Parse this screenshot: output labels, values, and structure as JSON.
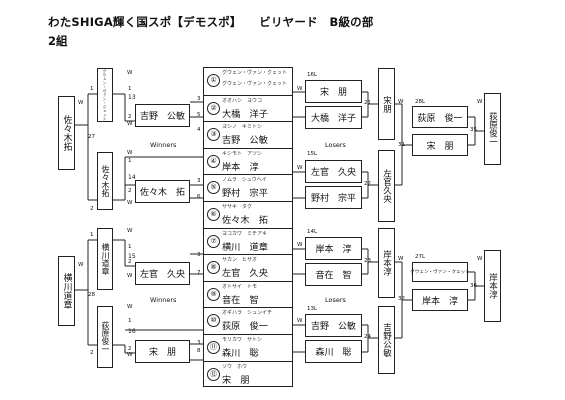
{
  "header": {
    "title": "わたSHIGA輝く国スポ【デモスポ】　　ビリヤード　B級の部",
    "group": "2組"
  },
  "players": [
    {
      "no": "①",
      "kana": "グウェン・ヴァン・クェット",
      "name": "グウェン・ヴァン・クェット"
    },
    {
      "no": "②",
      "kana": "オオハシ　ヨウコ",
      "name": "大橋　洋子"
    },
    {
      "no": "③",
      "kana": "ヨシノ　キミトシ",
      "name": "吉野　公敏"
    },
    {
      "no": "④",
      "kana": "キシモト　アツシ",
      "name": "岸本　淳"
    },
    {
      "no": "⑤",
      "kana": "ノムラ　シュウヘイ",
      "name": "野村　宗平"
    },
    {
      "no": "⑥",
      "kana": "ササキ　タク",
      "name": "佐々木　拓"
    },
    {
      "no": "⑦",
      "kana": "ヨコカワ　ミチアキ",
      "name": "横川　道章"
    },
    {
      "no": "⑧",
      "kana": "サカン　ヒサオ",
      "name": "左官　久央"
    },
    {
      "no": "⑨",
      "kana": "オトサイ　トモ",
      "name": "音在　智"
    },
    {
      "no": "⑩",
      "kana": "オギハラ　シュンイチ",
      "name": "荻原　俊一"
    },
    {
      "no": "⑪",
      "kana": "モリカワ　サトシ",
      "name": "森川　聡"
    },
    {
      "no": "⑫",
      "kana": "ソウ　ホウ",
      "name": "宋　朋"
    }
  ],
  "left": {
    "seed1": {
      "name": "佐々木拓",
      "match": "27"
    },
    "seed2": {
      "name": "横川道章",
      "match": "28"
    },
    "col2": [
      {
        "text": "グウェン・ヴァン・クェット"
      },
      {
        "text": "佐々木拓"
      },
      {
        "text": "横川道章"
      },
      {
        "text": "荻原俊一"
      }
    ],
    "matches": [
      "13",
      "14",
      "15",
      "16"
    ],
    "winners": [
      "吉野　公敏",
      "佐々木　拓",
      "左官　久央",
      "宋　朋"
    ],
    "label_winners": "Winners"
  },
  "right": {
    "losers": [
      {
        "match": "16L",
        "name1": "宋　朋",
        "name2": "大橋　洋子",
        "score": "21"
      },
      {
        "match": "15L",
        "name1": "左官　久央",
        "name2": "野村　宗平",
        "score": "22"
      },
      {
        "match": "14L",
        "name1": "岸本　淳",
        "name2": "音在　智",
        "score": "23"
      },
      {
        "match": "13L",
        "name1": "吉野　公敏",
        "name2": "森川　聡",
        "score": "24"
      }
    ],
    "col_names": [
      "宋朋",
      "左官久央",
      "岸本淳",
      "吉野公敏"
    ],
    "semis": [
      {
        "match": "28L",
        "name1": "荻原　俊一",
        "name2": "宋　朋",
        "score": "35",
        "mid": "31"
      },
      {
        "match": "27L",
        "name1": "グウェン・ヴァン・クェット",
        "name2": "岸本　淳",
        "score": "36",
        "mid": "32"
      }
    ],
    "finalists": [
      "荻原俊一",
      "岸本淳"
    ],
    "label_losers": "Losers"
  },
  "marks": {
    "w": "W",
    "one": "1",
    "two": "2",
    "three": "3",
    "four": "4",
    "five": "5",
    "six": "6",
    "seven": "7",
    "eight": "8"
  }
}
